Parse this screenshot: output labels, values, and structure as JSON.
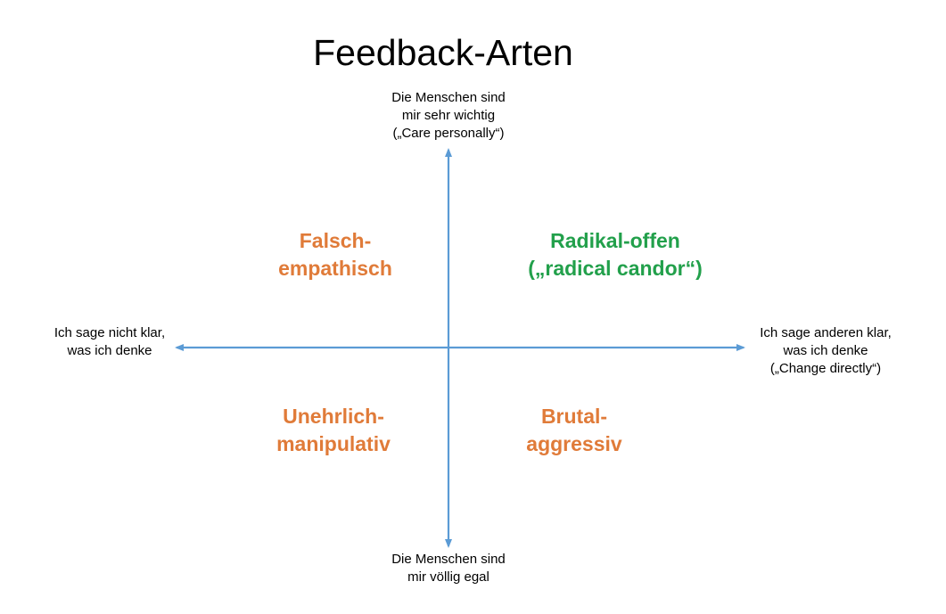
{
  "title": "Feedback-Arten",
  "colors": {
    "axis": "#5b9bd5",
    "orange": "#e07b39",
    "green": "#22a04b"
  },
  "axes": {
    "top": [
      "Die Menschen sind",
      "mir sehr wichtig",
      "(„Care personally“)"
    ],
    "bottom": [
      "Die Menschen sind",
      "mir völlig egal"
    ],
    "left": [
      "Ich sage nicht klar,",
      "was ich denke"
    ],
    "right": [
      "Ich sage anderen klar,",
      "was ich denke",
      "(„Change directly“)"
    ]
  },
  "quadrants": {
    "top_left": [
      "Falsch-",
      "empathisch"
    ],
    "top_right": [
      "Radikal-offen",
      "(„radical candor“)"
    ],
    "bottom_left": [
      "Unehrlich-",
      "manipulativ"
    ],
    "bottom_right": [
      "Brutal-",
      "aggressiv"
    ]
  }
}
